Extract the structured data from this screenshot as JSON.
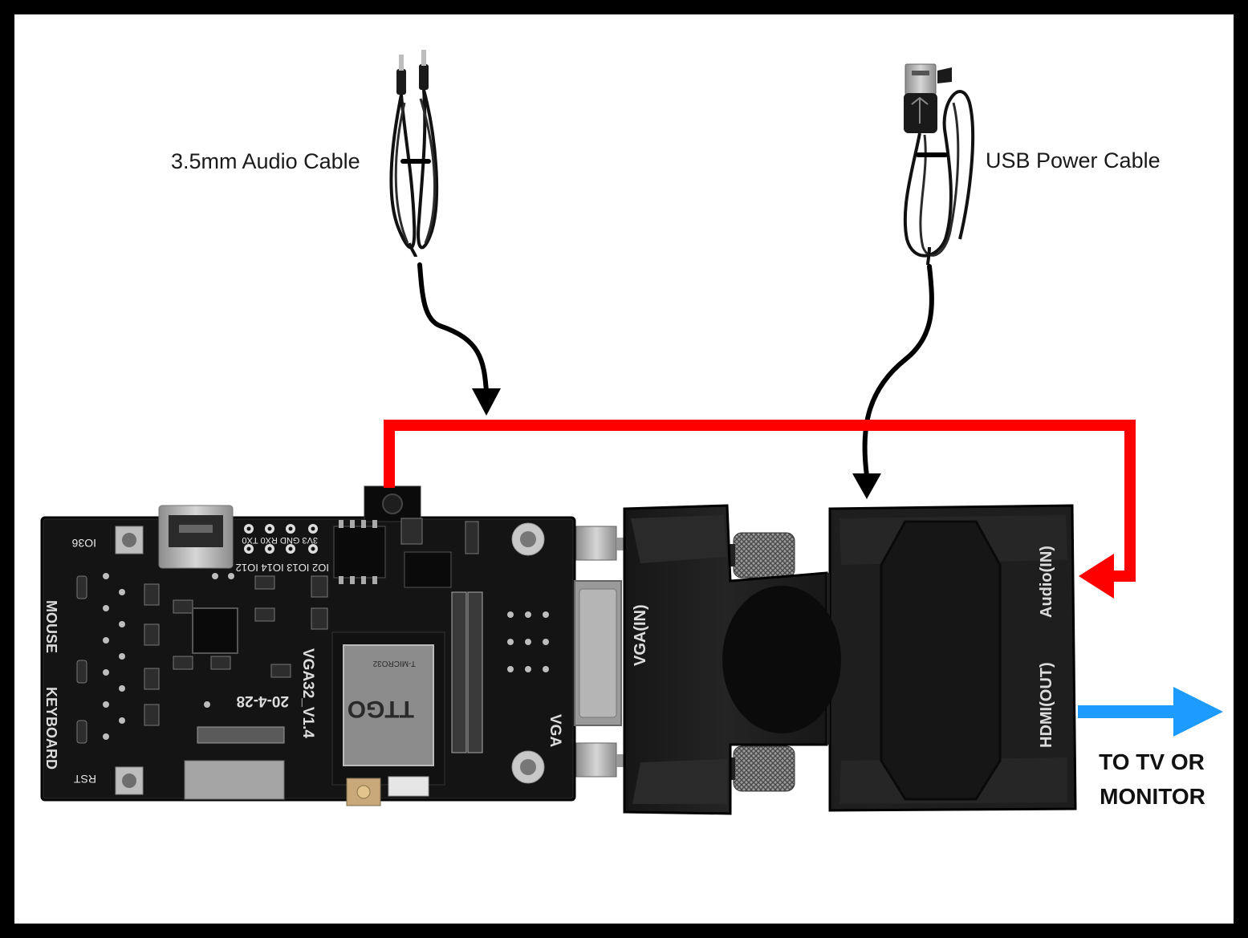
{
  "labels": {
    "audio_cable": "3.5mm Audio Cable",
    "usb_cable": "USB Power Cable",
    "output_line1": "TO TV OR",
    "output_line2": "MONITOR"
  },
  "board": {
    "model": "VGA32_V1.4",
    "date": "20-4-28",
    "module_brand": "TTGO",
    "module_marks": "T-MICRO32",
    "port_mouse": "MOUSE",
    "port_keyboard": "KEYBOARD",
    "port_vga": "VGA",
    "button_io36": "IO36",
    "button_rst": "RST",
    "pins_row1": "3V3  GND  RX0  TX0",
    "pins_row2": "IO2 IO13 IO14 IO12"
  },
  "adapter": {
    "vga_in": "VGA(IN)",
    "audio_in": "Audio(IN)",
    "hdmi_out": "HDMI(OUT)"
  },
  "colors": {
    "audio_path": "#ff0000",
    "output_path": "#1e9bff",
    "cable_arrow": "#000000",
    "board": "#141414",
    "adapter": "#1b1b1b"
  }
}
